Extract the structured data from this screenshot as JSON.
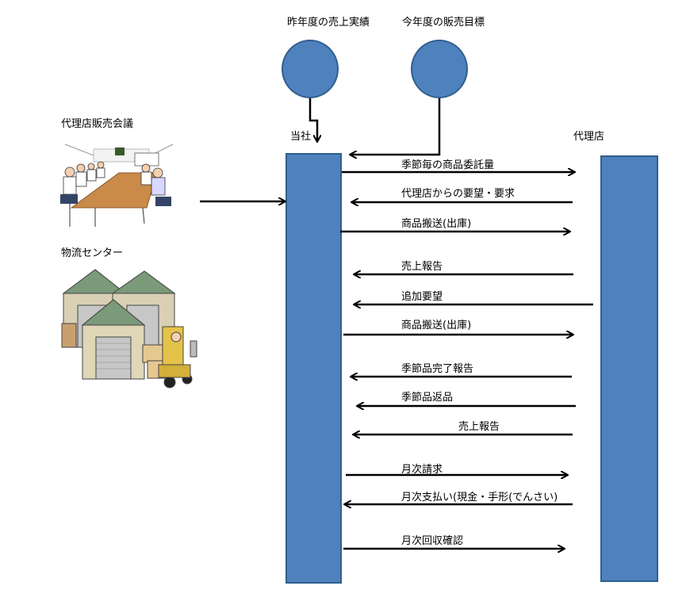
{
  "labels": {
    "prev_year_sales": "昨年度の売上実績",
    "this_year_target": "今年度の販売目標",
    "agency_meeting": "代理店販売会議",
    "distribution_center": "物流センター",
    "company": "当社",
    "agency": "代理店"
  },
  "messages": [
    {
      "text": "季節毎の商品委託量",
      "dir": "right"
    },
    {
      "text": "代理店からの要望・要求",
      "dir": "left"
    },
    {
      "text": "商品搬送(出庫)",
      "dir": "right"
    },
    {
      "text": "売上報告",
      "dir": "left"
    },
    {
      "text": "追加要望",
      "dir": "left"
    },
    {
      "text": "商品搬送(出庫)",
      "dir": "right"
    },
    {
      "text": "季節品完了報告",
      "dir": "left"
    },
    {
      "text": "季節品返品",
      "dir": "left"
    },
    {
      "text": "売上報告",
      "dir": "left"
    },
    {
      "text": "月次請求",
      "dir": "right"
    },
    {
      "text": "月次支払い(現金・手形(でんさい)",
      "dir": "left"
    },
    {
      "text": "月次回収確認",
      "dir": "right"
    }
  ],
  "colors": {
    "lane_fill": "#4f81bd",
    "lane_border": "#2f5f8f",
    "arrow": "#000000"
  },
  "icons": {
    "meeting": "meeting-room-illustration-icon",
    "warehouse": "warehouse-forklift-illustration-icon"
  }
}
